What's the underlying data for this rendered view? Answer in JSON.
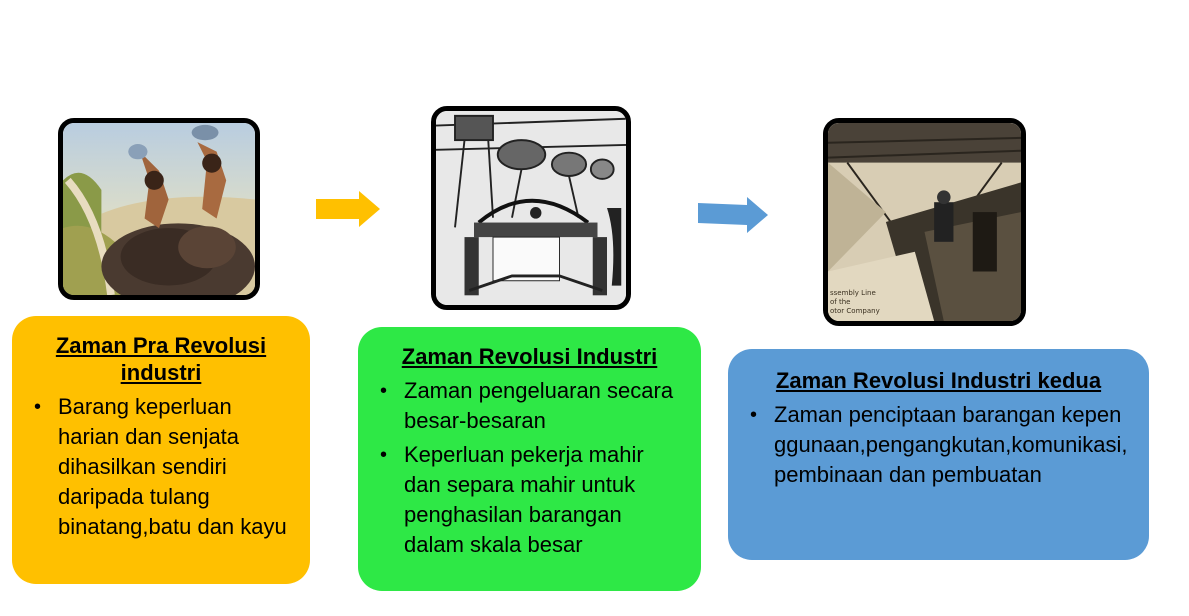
{
  "diagram": {
    "type": "timeline-flow",
    "stages": [
      {
        "title": "Zaman Pra Revolusi industri",
        "color": "#FFC000",
        "image": "prehistoric-hunters-image",
        "bullets": [
          "Barang keperluan harian dan senjata dihasilkan sendiri daripada tulang binatang,batu dan kayu"
        ]
      },
      {
        "title": "Zaman Revolusi Industri",
        "color": "#2EE846",
        "image": "power-loom-engraving-image",
        "bullets": [
          "Zaman pengeluaran secara besar-besaran",
          "Keperluan pekerja mahir dan separa mahir untuk penghasilan barangan dalam skala besar"
        ]
      },
      {
        "title": "Zaman Revolusi Industri kedua",
        "color": "#5B9BD5",
        "image": "assembly-line-photo-image",
        "image_caption": [
          "ssembly Line",
          "of the",
          "otor Company"
        ],
        "bullets": [
          "Zaman penciptaan barangan kepenggunaan,pengangkutan,komunikasi,pembinaan dan pembuatan"
        ]
      }
    ],
    "arrows": [
      {
        "from": 0,
        "to": 1,
        "color": "#FFC000"
      },
      {
        "from": 1,
        "to": 2,
        "color": "#5B9BD5"
      }
    ]
  }
}
